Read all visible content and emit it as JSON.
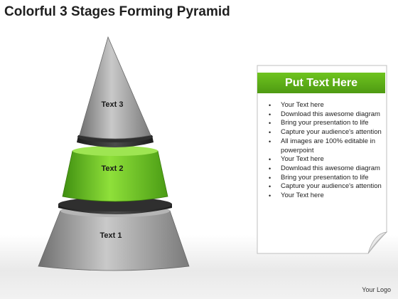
{
  "title": "Colorful 3 Stages Forming Pyramid",
  "pyramid": {
    "stages": [
      {
        "label": "Text 3"
      },
      {
        "label": "Text 2"
      },
      {
        "label": "Text 1"
      }
    ]
  },
  "panel": {
    "heading": "Put Text Here",
    "bullets": [
      "Your Text here",
      "Download this awesome diagram",
      "Bring your presentation to life",
      "Capture your audience's attention",
      "All images are 100% editable in powerpoint",
      "Your Text here",
      "Download this awesome diagram",
      "Bring your presentation to life",
      "Capture your audience's attention",
      "Your Text here"
    ]
  },
  "footer": {
    "logo": "Your Logo"
  },
  "colors": {
    "accent_green": "#5cb318",
    "stage_gray": "#9a9a9a",
    "ring_dark": "#2b2b2b"
  }
}
